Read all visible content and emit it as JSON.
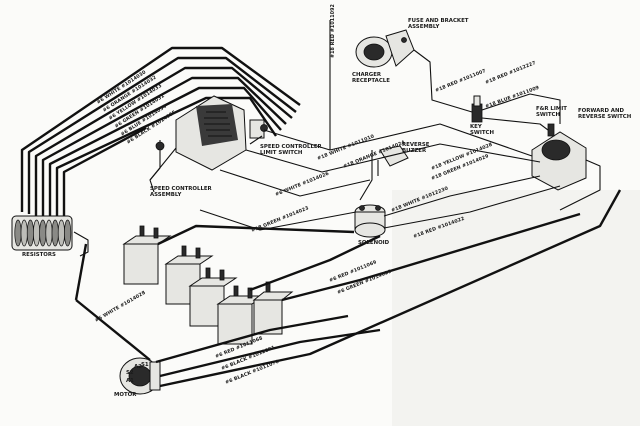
{
  "components": {
    "fuse_bracket": "FUSE AND BRACKET\nASSEMBLY",
    "charger_receptacle": "CHARGER\nRECEPTACLE",
    "key_switch": "KEY\nSWITCH",
    "fr_limit_switch": "F&R LIMIT\nSWITCH",
    "forward_reverse_switch": "FORWARD AND\nREVERSE SWITCH",
    "speed_controller_limit_switch": "SPEED CONTROLLER\nLIMIT SWITCH",
    "speed_controller_assembly": "SPEED CONTROLLER\nASSEMBLY",
    "reverse_buzzer": "REVERSE\nBUZZER",
    "solenoid": "SOLENOID",
    "resistors": "RESISTORS",
    "motor": "MOTOR",
    "motor_terminals": [
      "A2",
      "S1",
      "S2",
      "A1"
    ]
  },
  "wires": [
    {
      "id": "w1",
      "label": "#6 WHITE #1014030"
    },
    {
      "id": "w2",
      "label": "#6 ORANGE #1014032"
    },
    {
      "id": "w3",
      "label": "#6 YELLOW #1014033"
    },
    {
      "id": "w4",
      "label": "#6 GREEN #1014031"
    },
    {
      "id": "w5",
      "label": "#6 BLUE #1014034"
    },
    {
      "id": "w6",
      "label": "#6 BLACK #1014035"
    },
    {
      "id": "w7",
      "label": "#18 RED #1011092"
    },
    {
      "id": "w8",
      "label": "#18 RED #1011007"
    },
    {
      "id": "w9",
      "label": "#18 RED #1012227"
    },
    {
      "id": "w10",
      "label": "#18 BLUE #1011009"
    },
    {
      "id": "w11",
      "label": "#18 WHITE #1011010"
    },
    {
      "id": "w12",
      "label": "#18 ORANGE #1014024"
    },
    {
      "id": "w13",
      "label": "#18 YELLOW #1014028"
    },
    {
      "id": "w14",
      "label": "#18 GREEN #1014029"
    },
    {
      "id": "w15",
      "label": "#6 WHITE #1014026"
    },
    {
      "id": "w16",
      "label": "#18 WHITE #1012230"
    },
    {
      "id": "w17",
      "label": "#18 GREEN #1014023"
    },
    {
      "id": "w18",
      "label": "#18 RED #1014022"
    },
    {
      "id": "w19",
      "label": "#6 RED #1011069"
    },
    {
      "id": "w20",
      "label": "#6 GREEN #1014029"
    },
    {
      "id": "w21",
      "label": "#6 WHITE #1014028"
    },
    {
      "id": "w22",
      "label": "#6 RED #1011068"
    },
    {
      "id": "w23",
      "label": "#6 BLACK #1012891"
    },
    {
      "id": "w24",
      "label": "#6 BLACK #1011070"
    }
  ]
}
